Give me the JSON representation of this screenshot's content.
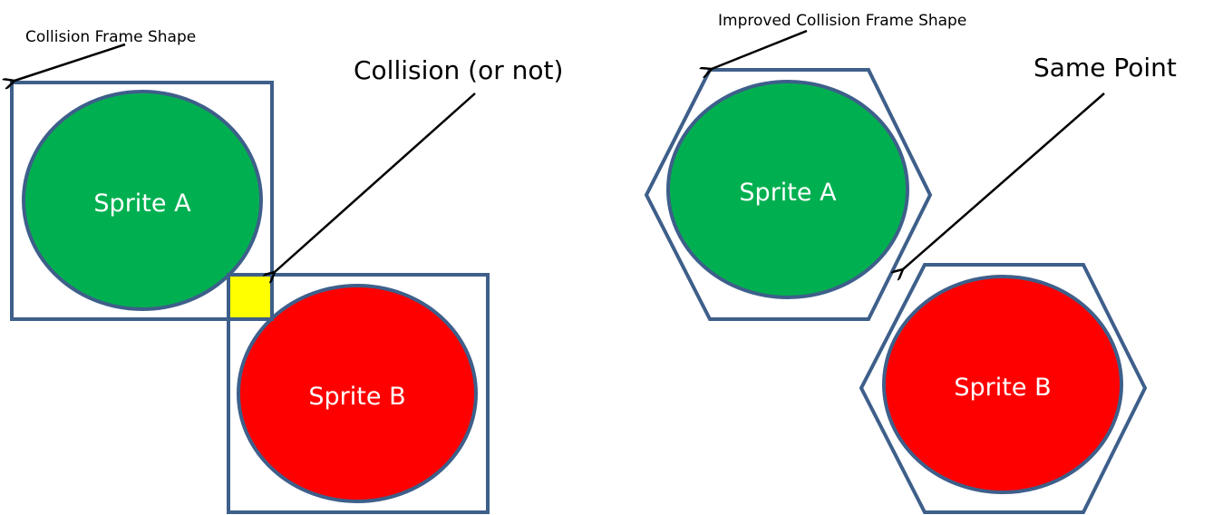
{
  "colors": {
    "frame_stroke": "#3e5f8a",
    "sprite_a_fill": "#00b050",
    "sprite_b_fill": "#ff0000",
    "collision_fill": "#ffff00",
    "arrow": "#000000",
    "sprite_text": "#ffffff"
  },
  "left_panel": {
    "frame_label": "Collision Frame Shape",
    "collision_label": "Collision (or not)",
    "frame_shape": "rectangle",
    "sprite_a": {
      "label": "Sprite A"
    },
    "sprite_b": {
      "label": "Sprite B"
    }
  },
  "right_panel": {
    "frame_label": "Improved Collision Frame Shape",
    "point_label": "Same Point",
    "frame_shape": "hexagon",
    "sprite_a": {
      "label": "Sprite A"
    },
    "sprite_b": {
      "label": "Sprite B"
    }
  }
}
